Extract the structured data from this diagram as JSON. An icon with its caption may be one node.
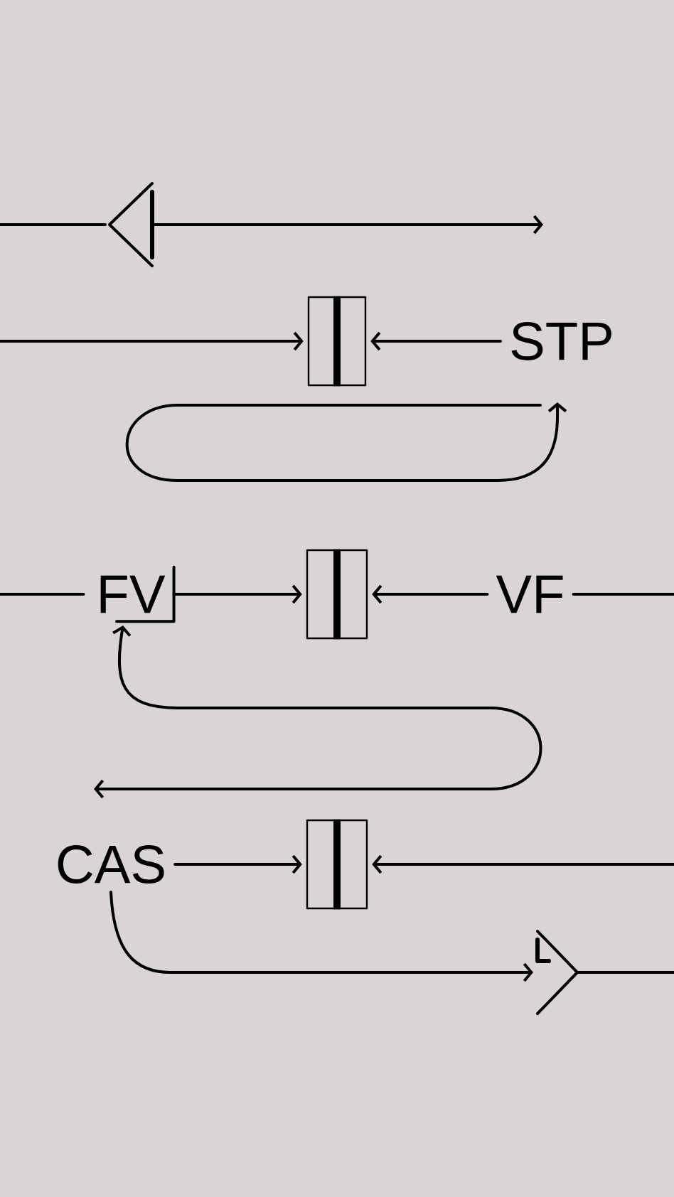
{
  "diagram": {
    "nodes": [
      {
        "text": [],
        "shape": "triangle"
      },
      {
        "text": [],
        "shape": "box"
      },
      {
        "text": [
          "STP"
        ]
      },
      {
        "text": [
          "FV"
        ]
      },
      {
        "text": [],
        "shape": "box"
      },
      {
        "text": [
          "VF"
        ]
      },
      {
        "text": [
          "CAS"
        ]
      },
      {
        "text": [],
        "shape": "box"
      },
      {
        "text": [],
        "shape": "triangle"
      }
    ],
    "edges": [
      {
        "from": null,
        "to": 0,
        "arrow": "none"
      },
      {
        "from": 0,
        "to": null,
        "arrow": "to"
      },
      {
        "from": null,
        "to": 1,
        "arrow": "to"
      },
      {
        "from": 2,
        "to": 1,
        "arrow": "to"
      },
      {
        "from": null,
        "to": 3,
        "arrow": "none"
      },
      {
        "from": 3,
        "to": 4,
        "arrow": "to"
      },
      {
        "from": 5,
        "to": 4,
        "arrow": "to"
      },
      {
        "from": 5,
        "to": null,
        "arrow": "none"
      },
      {
        "from": null,
        "to": 3,
        "arrow": "both"
      },
      {
        "from": 6,
        "to": 7,
        "arrow": "to"
      },
      {
        "from": null,
        "to": 7,
        "arrow": "to"
      },
      {
        "from": 6,
        "to": 8,
        "arrow": "to"
      },
      {
        "from": 8,
        "to": null,
        "arrow": "none"
      }
    ]
  }
}
